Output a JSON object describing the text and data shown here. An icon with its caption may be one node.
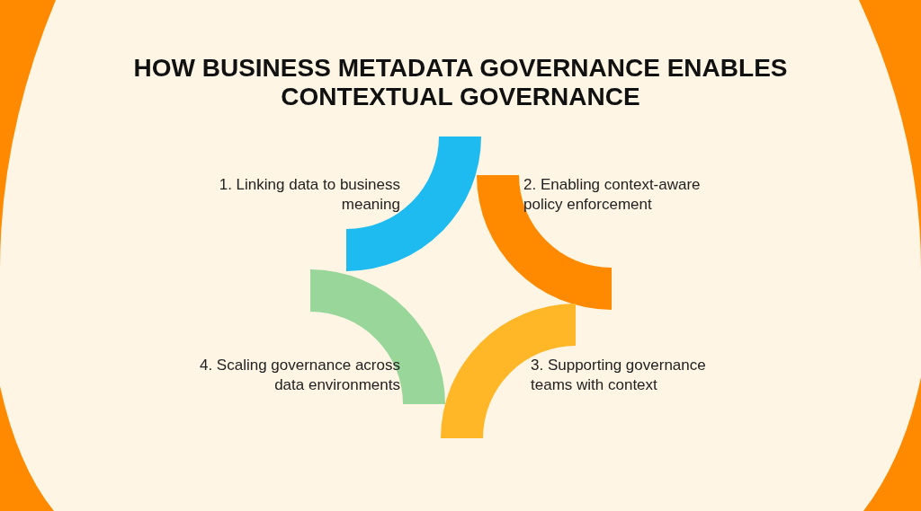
{
  "diagram": {
    "title": "HOW BUSINESS METADATA GOVERNANCE ENABLES CONTEXTUAL GOVERNANCE",
    "nodes": [
      {
        "text": [],
        "shape": "arc",
        "beside": [
          "1. Linking data to business meaning"
        ]
      },
      {
        "text": [],
        "shape": "arc",
        "beside": [
          "2. Enabling context-aware policy enforcement"
        ]
      },
      {
        "text": [],
        "shape": "arc",
        "beside": [
          "3. Supporting governance teams with context"
        ]
      },
      {
        "text": [],
        "shape": "arc",
        "beside": [
          "4. Scaling governance across data environments"
        ]
      }
    ]
  }
}
